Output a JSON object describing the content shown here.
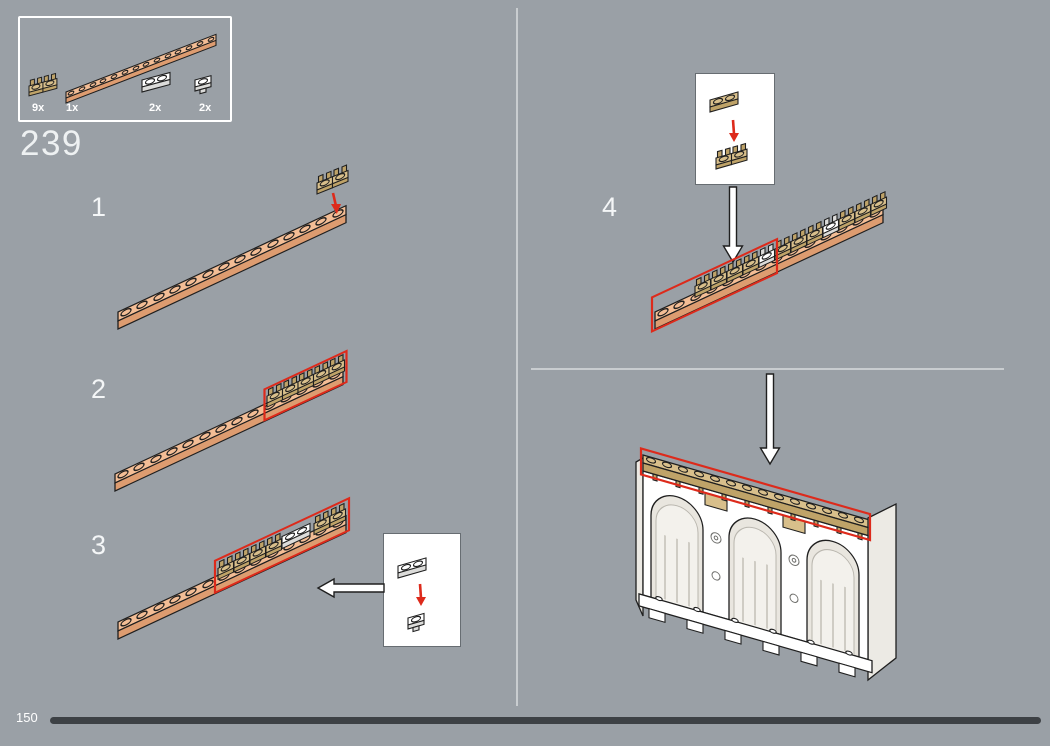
{
  "page": {
    "step_number": "239",
    "page_number": "150"
  },
  "parts_panel": {
    "items": [
      {
        "count": "9x",
        "part": "tan-clip-plate-1x2"
      },
      {
        "count": "1x",
        "part": "light-nougat-plate-1x14"
      },
      {
        "count": "2x",
        "part": "white-plate-1x2"
      },
      {
        "count": "2x",
        "part": "white-clip-plate-1x1"
      }
    ]
  },
  "steps": [
    {
      "label": "1"
    },
    {
      "label": "2"
    },
    {
      "label": "3"
    },
    {
      "label": "4"
    }
  ],
  "icons": {
    "red-arrow": "solid-red-arrow-down",
    "white-down-arrow": "outlined-arrow-down",
    "white-left-arrow": "outlined-arrow-left"
  },
  "colors": {
    "background": "#9aa0a6",
    "divider": "#c9cdd0",
    "progress": "#3d4145",
    "accent": "#dd2a1b",
    "line": "#1f1f1f",
    "plate_peach": "#f3bd95",
    "plate_peach_side": "#dd9c70",
    "tan": "#d8bf8b",
    "tan_side": "#bfa368"
  }
}
